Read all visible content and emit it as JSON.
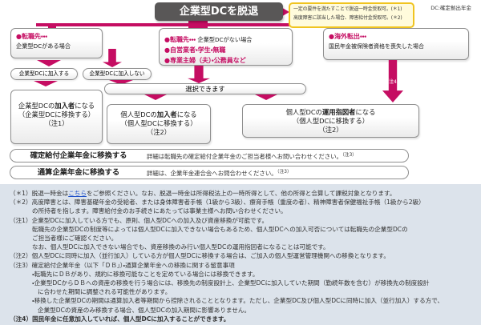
{
  "colors": {
    "accent_magenta": "#c50d62",
    "title_gray": "#595757",
    "note_bg": "#fffbdc",
    "note_border": "#f0c420",
    "footnote_bg": "#dce3eb",
    "link_blue": "#1e50c8"
  },
  "legend": "DC:確定拠出年金",
  "header": {
    "title": "企業型DCを脱退",
    "note_line1": "一定の要件を満たすことで脱退一時金受取可。(＊1)",
    "note_line2": "高度障害に該当した場合、障害給付金受取可。(＊2)"
  },
  "branches": {
    "left": {
      "bullet": "●転職先・・・",
      "desc": "企業型DCがある場合",
      "option_join": "企業型DCに加入する",
      "option_not_join": "企業型DCに加入しない"
    },
    "middle": {
      "line1_bullet": "●転職先・・・",
      "line1_rest": " 企業型DCがない場合",
      "line2": "●自営業者・学生・無職",
      "line3": "●専業主婦（夫）・公務員など"
    },
    "right": {
      "bullet": "●海外転出・・・",
      "desc": "国民年金被保険者資格を喪失した場合",
      "arrow_label": "（注4）"
    }
  },
  "select_label": "選択できます",
  "results": {
    "corporate": {
      "pre": "企業型DCの",
      "bold": "加入者",
      "post": "になる",
      "line2": "（企業型DCに移換する）",
      "line3": "（注1）"
    },
    "individual_member": {
      "pre": "個人型DCの",
      "bold": "加入者",
      "post": "になる",
      "line2": "（個人型DCに移換する）",
      "line3": "（注2）"
    },
    "individual_instructor": {
      "pre": "個人型DCの",
      "bold": "運用指図者",
      "post": "になる",
      "line2": "（個人型DCに移換する）",
      "line3": "（注2）"
    }
  },
  "rows": [
    {
      "label": "確定給付企業年金に移換する",
      "desc": "詳細は転職先の確定給付企業年金のご担当者様へお問い合わせください。",
      "sup": "（注3）"
    },
    {
      "label": "通算企業年金に移換する",
      "desc": "詳細は、企業年金連合会へお問合わせください。",
      "sup": "（注3）"
    }
  ],
  "footnotes": [
    {
      "indent": 0,
      "text_pre": "（＊1）脱退一時金は",
      "link": "こちら",
      "text_post": "をご参照ください。なお、脱退一時金は所得税法上の一時所得として、他の所得と合算して課税対象となります。"
    },
    {
      "indent": 0,
      "text": "（＊2）高度障害とは、障害基礎年金の受給者、または身体障害者手帳（1級から3級）、療育手帳（重度の者）、精神障害者保健福祉手帳（1級から2級）"
    },
    {
      "indent": 1,
      "text": "の所持者を指します。障害給付金のお手続きにあたっては事業主様へお問い合わせください。"
    },
    {
      "indent": 0,
      "text": "（注1）企業型DCに加入している方でも、原則、個人型DCへの加入及び資産移換が可能です。"
    },
    {
      "indent": 1,
      "text": "転職先の企業型DCの制度等によっては個人型DCに加入できない場合もあるため、個人型DCへの加入可否については転職先の企業型DCの"
    },
    {
      "indent": 1,
      "text": "ご担当者様にご確認ください。"
    },
    {
      "indent": 1,
      "text": "なお、個人型DCに加入できない場合でも、資産移換のみ行い個人型DCの運用指図者になることは可能です。"
    },
    {
      "indent": 0,
      "text": "（注2）個人型DCに同時に加入（並行加入）している方が個人型DCに移換する場合は、ご加入の個人型運営管理機関への移換となります。"
    },
    {
      "indent": 0,
      "text": "（注3）確定給付企業年金（以下「ＤＢ」）・通算企業年金への移換に関する留意事項"
    },
    {
      "indent": 1,
      "text": "・転職先にＤＢがあり、規約に移換可能なことを定めている場合には移換できます。"
    },
    {
      "indent": 1,
      "text": "・企業型DCからＤＢへの資産の移換を行う場合には、移換先の制度設計上、企業型DCに加入していた期間（勤続年数を含む）が移換先の制度設計"
    },
    {
      "indent": 2,
      "text": "に合わせた期間に調整される可能性があります。"
    },
    {
      "indent": 1,
      "text": "・移換した企業型DCの期間は通算加入者等期間から控除されることとなります。ただし、企業型DC及び個人型DCに同時に加入（並行加入）する方で、"
    },
    {
      "indent": 2,
      "text": "企業型DCの資産のみ移換する場合、個人型DCの加入期間に影響ありません。"
    },
    {
      "indent": 0,
      "text": "（注4）国民年金に任意加入していれば、個人型DCに加入することができます。",
      "bold": true
    }
  ]
}
